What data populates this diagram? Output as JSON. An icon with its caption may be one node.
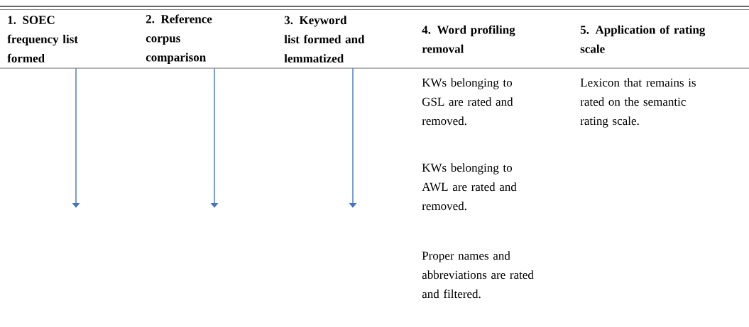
{
  "diagram": {
    "nodes": [
      {
        "text": [
          "1. SOEC frequency list formed"
        ]
      },
      {
        "text": [
          "2. Reference corpus comparison"
        ]
      },
      {
        "text": [
          "3. Keyword list formed and lemmatized"
        ]
      },
      {
        "text": [
          "4. Word profiling removal"
        ]
      },
      {
        "text": [
          "5. Application of rating scale"
        ]
      }
    ],
    "edges": [
      {
        "from": 0,
        "to": null,
        "arrow": "to",
        "color": "#4472c4"
      },
      {
        "from": 1,
        "to": null,
        "arrow": "to",
        "color": "#4472c4"
      },
      {
        "from": 2,
        "to": null,
        "arrow": "to",
        "color": "#4472c4"
      }
    ],
    "labels": [
      "KWs belonging to GSL are rated and removed.",
      "Lexicon that remains is rated on the semantic rating scale.",
      "KWs belonging to AWL are rated and removed.",
      "Proper names and abbreviations are rated and filtered."
    ]
  }
}
